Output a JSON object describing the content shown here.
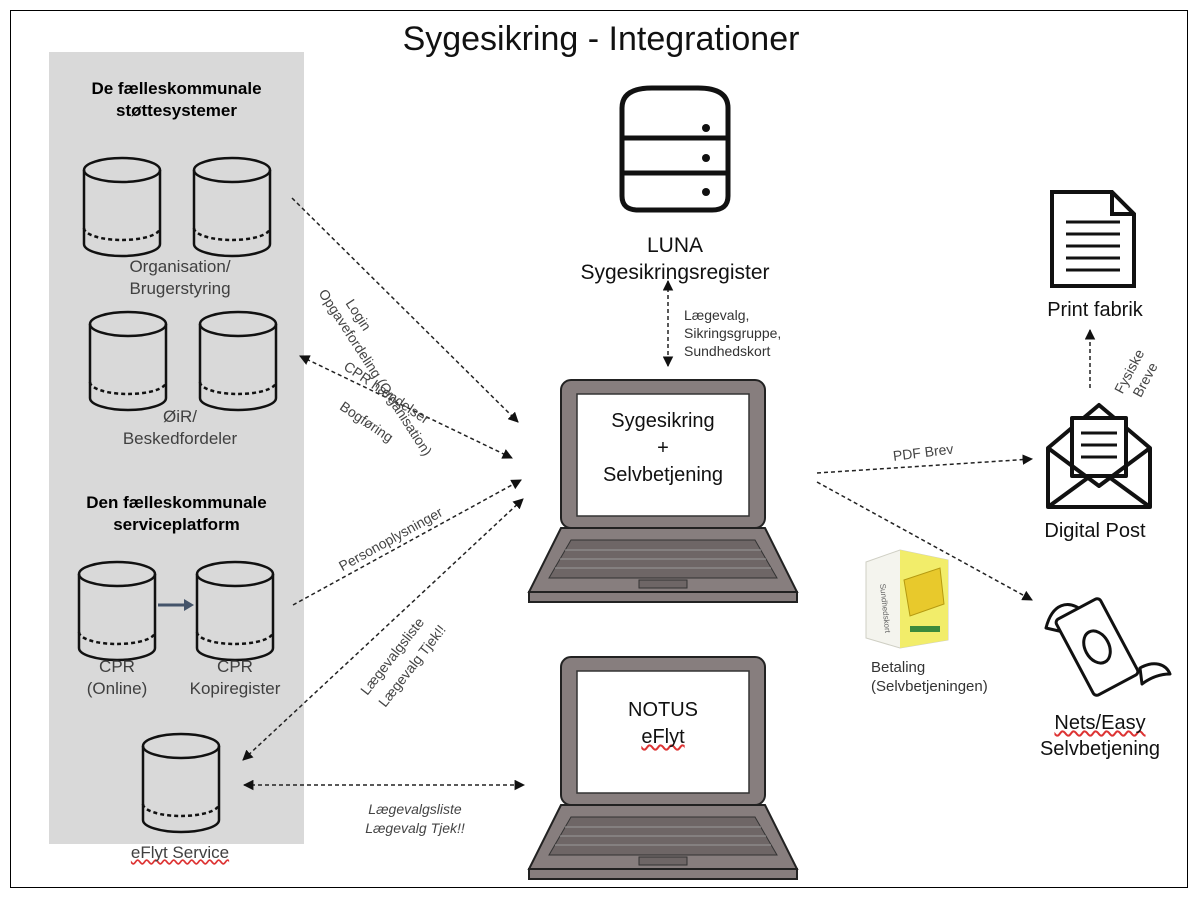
{
  "title": "Sygesikring - Integrationer",
  "left_panel": {
    "heading1": [
      "De fælleskommunale",
      "støttesystemer"
    ],
    "heading2": [
      "Den fælleskommunale",
      "serviceplatform"
    ],
    "db_org": [
      "Organisation/",
      "Brugerstyring"
    ],
    "db_oir": [
      "ØiR/",
      "Beskedfordeler"
    ],
    "db_cpr_online": [
      "CPR",
      "(Online)"
    ],
    "db_cpr_kopi": [
      "CPR",
      "Kopiregister"
    ],
    "db_eflyt": "eFlyt Service"
  },
  "center": {
    "luna": [
      "LUNA",
      "Sygesikringsregister"
    ],
    "luna_edge": [
      "Lægevalg,",
      "Sikringsgruppe,",
      "Sundhedskort"
    ],
    "laptop1": [
      "Sygesikring",
      "+",
      "Selvbetjening"
    ],
    "laptop2": [
      "NOTUS",
      "eFlyt"
    ]
  },
  "edges": {
    "opgave": "Opgavefordeling (Organisation)",
    "login": "Login",
    "cpr_haendelser": "CPR hændelser",
    "bogforing": "Bogføring",
    "person": "Personoplysninger",
    "laegevalg1": "Lægevalgsliste",
    "laegevalg2": "Lægevalg Tjek!!",
    "bottom1": "Lægevalgsliste",
    "bottom2": "Lægevalg Tjek!!",
    "pdf": "PDF Brev",
    "fysiske": [
      "Fysiske",
      "Breve"
    ]
  },
  "right": {
    "print": "Print fabrik",
    "digital_post": "Digital Post",
    "betaling": [
      "Betaling",
      "(Selvbetjeningen)"
    ],
    "nets": [
      "Nets/Easy",
      "Selvbetjening"
    ],
    "box_label": "Sundhedskort"
  },
  "colors": {
    "panel": "#d9d9d9",
    "laptop_body": "#877e7e",
    "screen": "#ffffff",
    "arrow_blue": "#44546a"
  }
}
